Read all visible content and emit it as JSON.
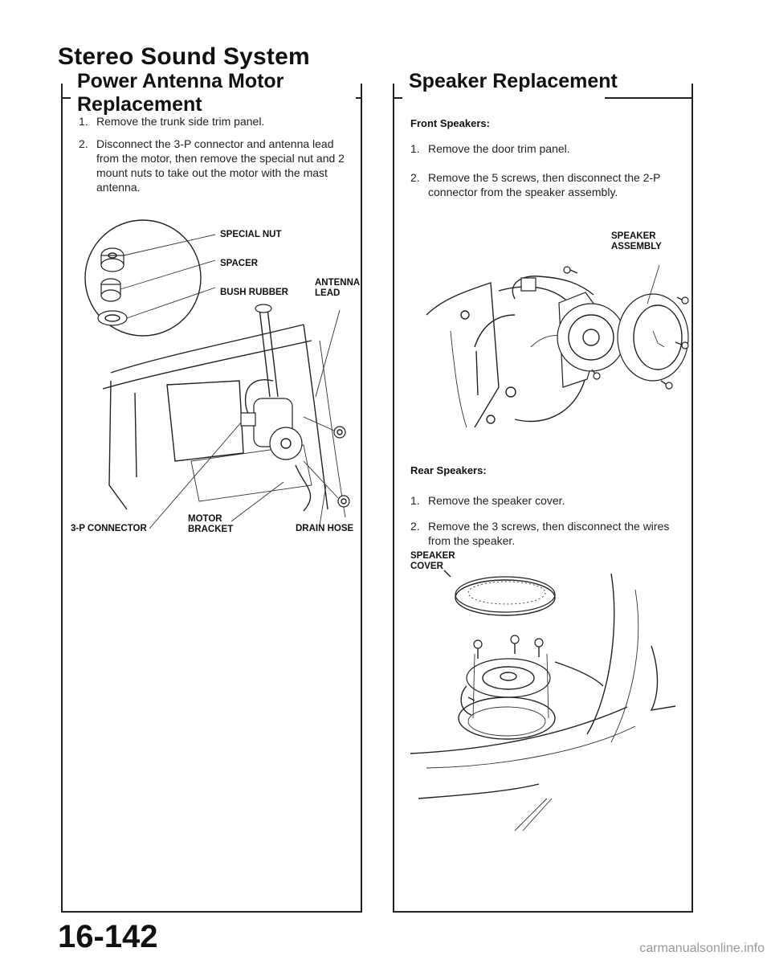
{
  "page": {
    "title": "Stereo Sound System",
    "page_number": "16-142",
    "watermark": "carmanualsonline.info"
  },
  "left_section": {
    "heading": "Power Antenna Motor Replacement",
    "steps": [
      {
        "num": "1.",
        "text": "Remove the trunk side trim panel."
      },
      {
        "num": "2.",
        "text": "Disconnect the 3-P connector and antenna lead from the motor, then remove the special nut and 2 mount nuts to take out the motor with the mast antenna."
      }
    ],
    "labels": {
      "special_nut": "SPECIAL NUT",
      "spacer": "SPACER",
      "bush_rubber": "BUSH RUBBER",
      "antenna_lead": "ANTENNA LEAD",
      "connector": "3-P CONNECTOR",
      "motor_bracket": "MOTOR BRACKET",
      "drain_hose": "DRAIN HOSE"
    }
  },
  "right_section": {
    "heading": "Speaker Replacement",
    "front": {
      "subheading": "Front Speakers:",
      "steps": [
        {
          "num": "1.",
          "text": "Remove the door trim panel."
        },
        {
          "num": "2.",
          "text": "Remove the 5 screws, then disconnect the 2-P connector from the speaker assembly."
        }
      ],
      "label_speaker_assembly": "SPEAKER ASSEMBLY"
    },
    "rear": {
      "subheading": "Rear Speakers:",
      "steps": [
        {
          "num": "1.",
          "text": "Remove the speaker cover."
        },
        {
          "num": "2.",
          "text": "Remove the 3 screws, then disconnect the wires from the speaker."
        }
      ],
      "label_speaker_cover": "SPEAKER COVER"
    }
  }
}
